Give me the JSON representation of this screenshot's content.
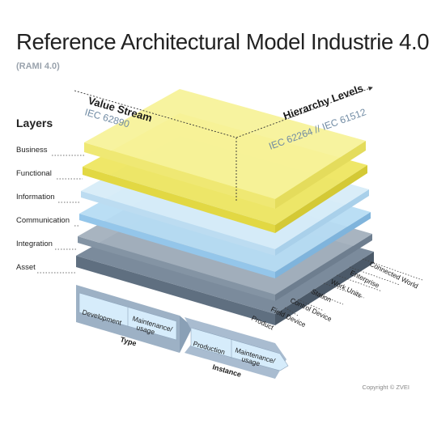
{
  "title": "Reference Architectural Model Industrie 4.0",
  "subtitle": "(RAMI 4.0)",
  "layers_heading": "Layers",
  "layers": [
    "Business",
    "Functional",
    "Information",
    "Communication",
    "Integration",
    "Asset"
  ],
  "value_stream": {
    "title": "Value Stream",
    "standard": "IEC 62890"
  },
  "hierarchy": {
    "title": "Hierarchy Levels",
    "standard": "IEC 62264 // IEC 61512"
  },
  "hierarchy_levels": [
    "Connected World",
    "Enterprise",
    "Work Units",
    "Station",
    "Control Device",
    "Field Device",
    "Product"
  ],
  "type_block": {
    "label": "Type",
    "development": "Development",
    "maintenance_line1": "Maintenance/",
    "maintenance_line2": "usage"
  },
  "instance_block": {
    "label": "Instance",
    "production": "Production",
    "maintenance_line1": "Maintenance/",
    "maintenance_line2": "usage"
  },
  "copyright": "Copyright © ZVEI",
  "colors": {
    "business": "#f6f08a",
    "functional": "#efe65e",
    "information": "#cfe8f6",
    "communication": "#a9d2ee",
    "integration": "#9aa8b6",
    "asset": "#6f7f90",
    "ribbon": "#b5c6d6",
    "ribbon_box": "#d6ecfb"
  }
}
